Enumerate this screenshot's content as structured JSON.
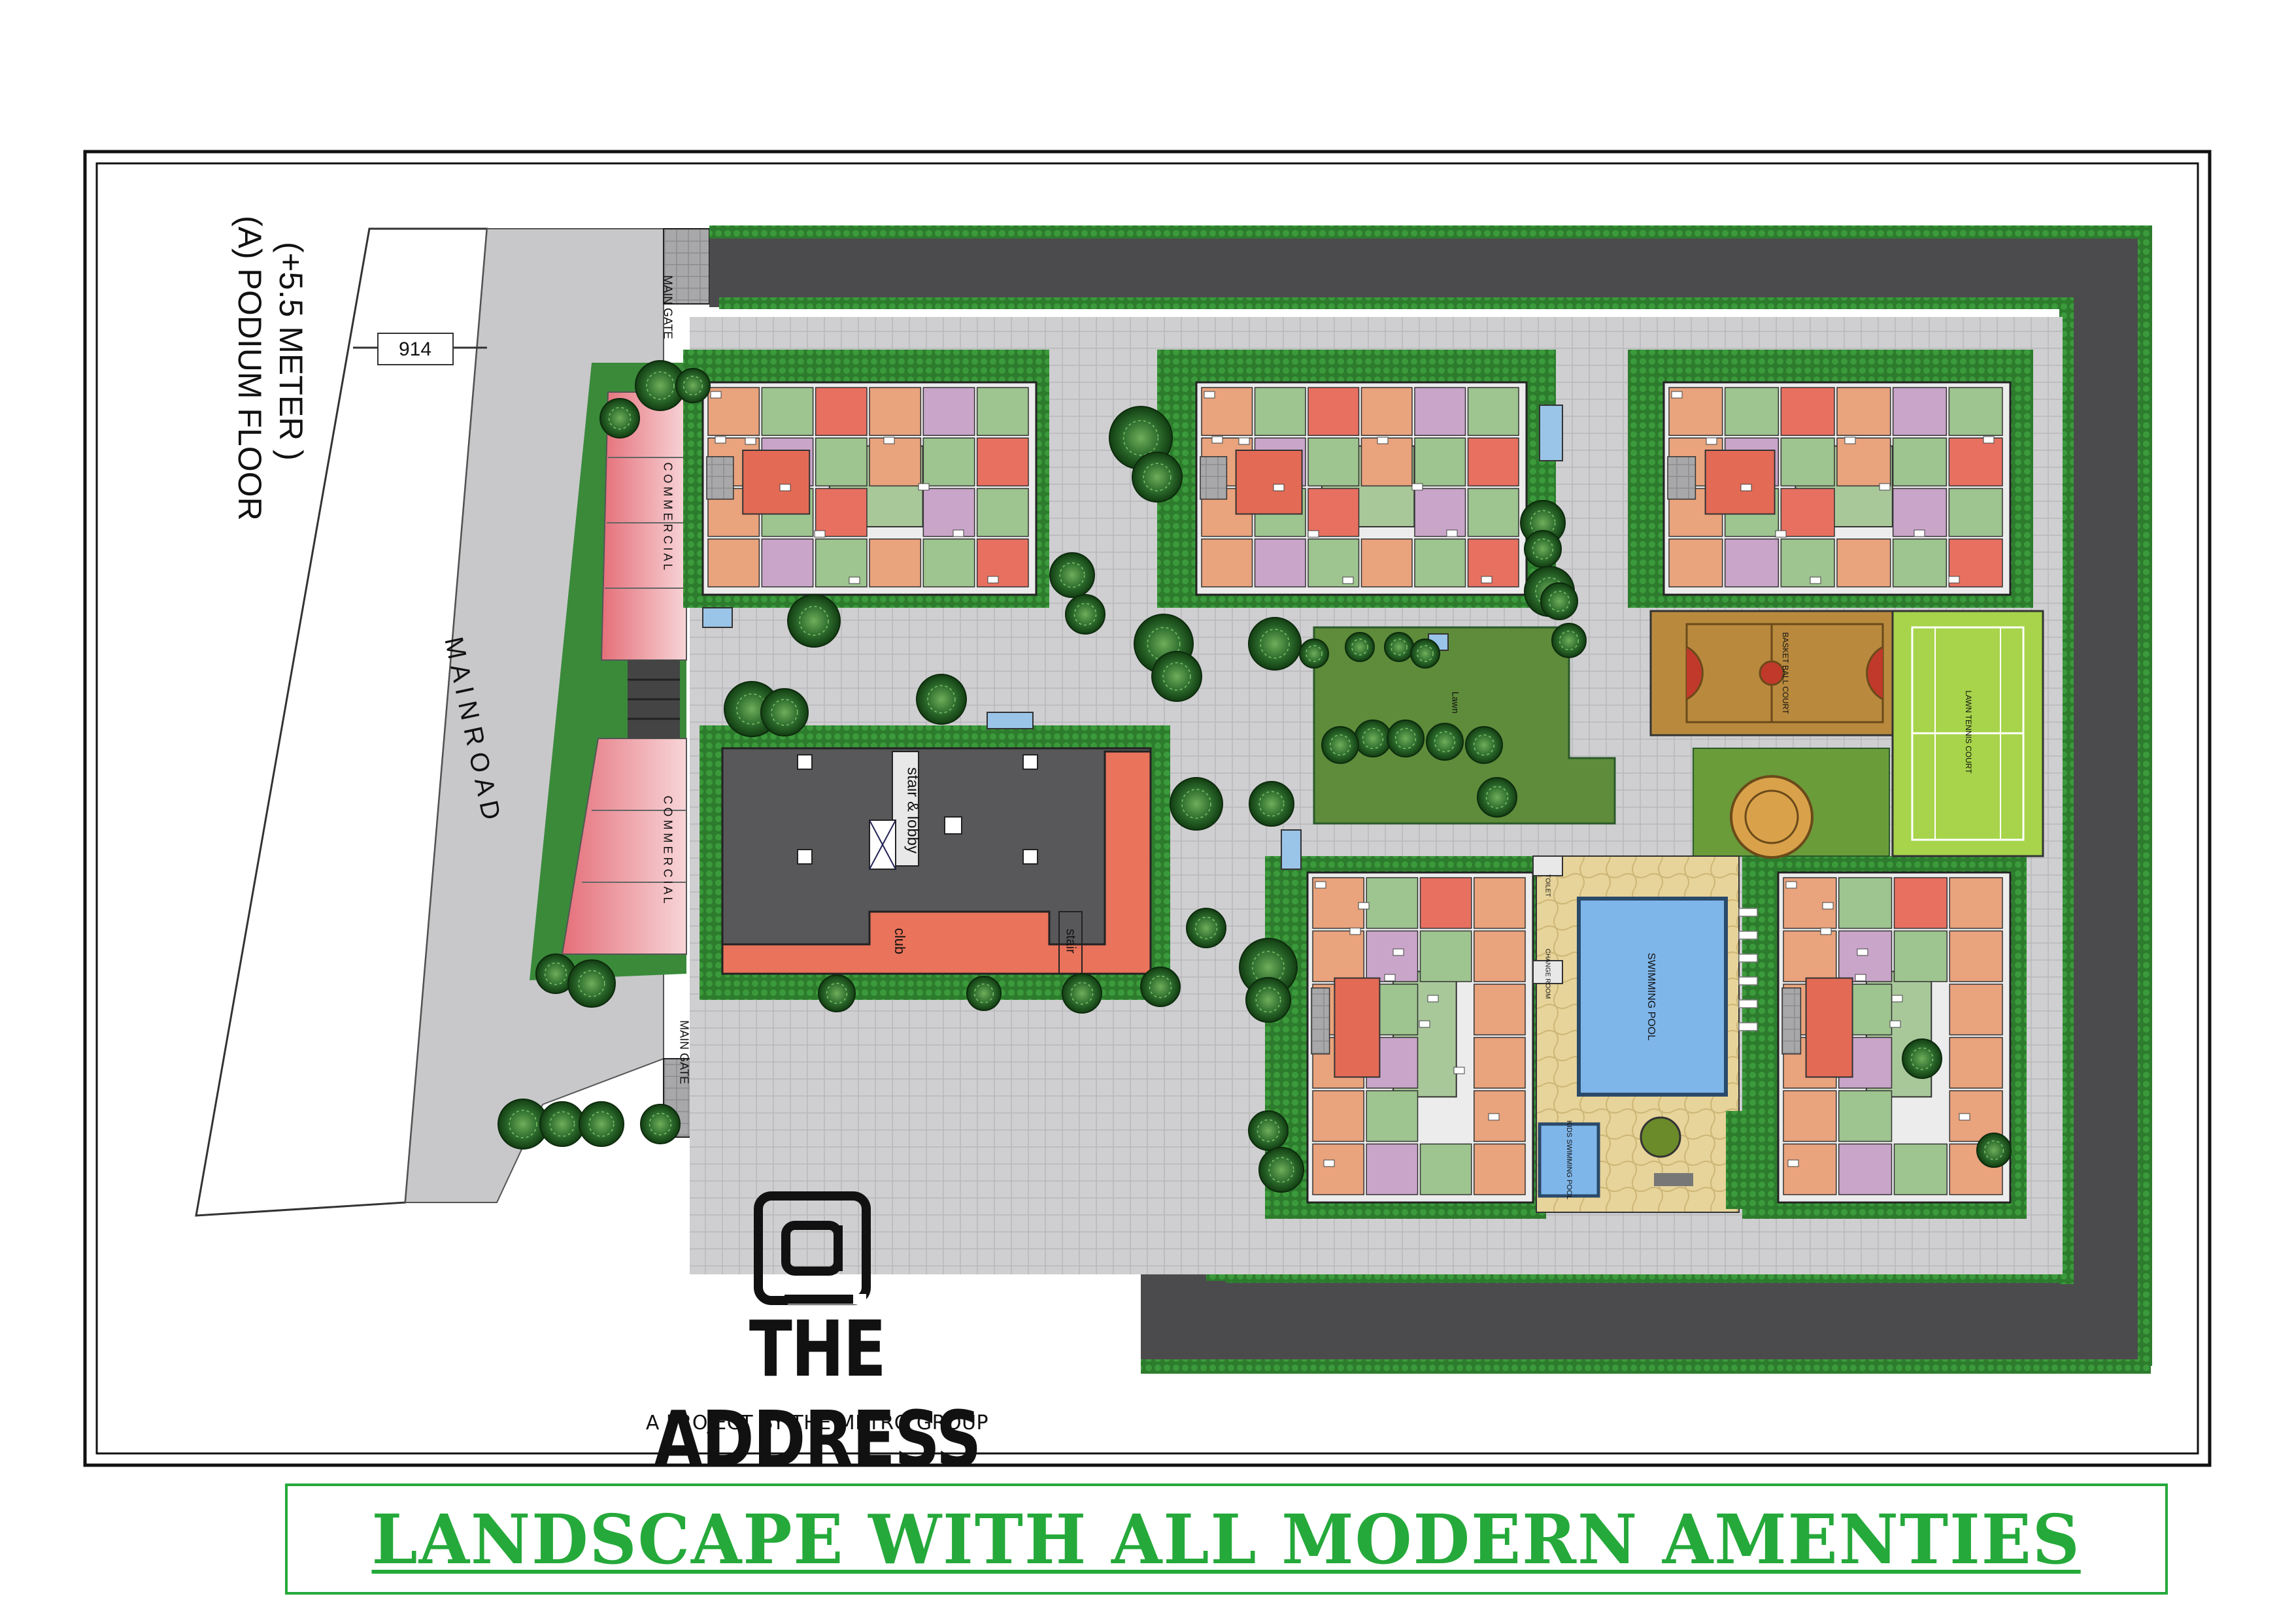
{
  "podium": {
    "title_line1": "(A) PODIUM FLOOR",
    "title_line2": "(+5.5 METER )"
  },
  "road": {
    "label": "MAIN ROAD",
    "plot_number": "914"
  },
  "gates": {
    "top": "MAIN GATE",
    "bottom": "MAIN GATE"
  },
  "commercial": {
    "label": "COMMERCIAL"
  },
  "club": {
    "stair_lobby": "stair & lobby",
    "club": "club",
    "stair": "stair"
  },
  "amenities": {
    "lawn": "Lawn",
    "basketball": "BASKET BALL COURT",
    "tennis": "LAWN TENNIS COURT",
    "swimming_pool": "SWIMMING POOL",
    "kids_pool": "KIDS SWIMMING POOL",
    "toilet": "TOILET",
    "change_room": "CHANGE ROOM"
  },
  "brand": {
    "name": "THE ADDRESS",
    "tagline": "A PROJECT BY THE METRO GROUP"
  },
  "banner": {
    "text": "LANDSCAPE WITH ALL MODERN AMENTIES"
  },
  "colors": {
    "road": "#4a4a4c",
    "paving": "#c9c9cb",
    "lawn": "#5c8a3a",
    "hedge": "#2a7a2a",
    "tree": "#1f4f1f",
    "commercial": "#e8939a",
    "club": "#e8705a",
    "basketball": "#b98a3e",
    "tennis": "#a7d44a",
    "pool": "#7fb6ea",
    "deck": "#f0dc9a",
    "banner": "#25a93a"
  }
}
